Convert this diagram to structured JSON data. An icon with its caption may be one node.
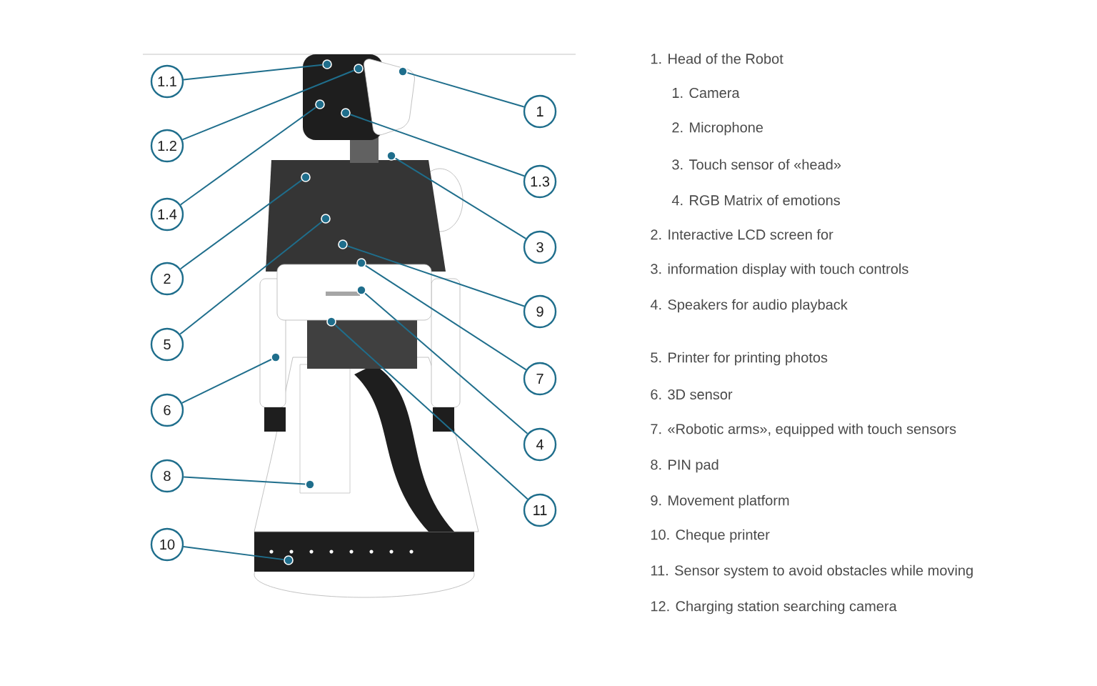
{
  "diagram": {
    "nodes": [
      {
        "text": [
          "1.1"
        ]
      },
      {
        "text": [
          "1.2"
        ]
      },
      {
        "text": [
          "1.4"
        ]
      },
      {
        "text": [
          "2"
        ]
      },
      {
        "text": [
          "5"
        ]
      },
      {
        "text": [
          "6"
        ]
      },
      {
        "text": [
          "8"
        ]
      },
      {
        "text": [
          "10"
        ]
      },
      {
        "text": [
          "1"
        ]
      },
      {
        "text": [
          "1.3"
        ]
      },
      {
        "text": [
          "3"
        ]
      },
      {
        "text": [
          "9"
        ]
      },
      {
        "text": [
          "7"
        ]
      },
      {
        "text": [
          "4"
        ]
      },
      {
        "text": [
          "11"
        ]
      },
      {
        "text": [],
        "shape": "circle"
      },
      {
        "text": [],
        "shape": "circle"
      },
      {
        "text": [],
        "shape": "circle"
      },
      {
        "text": [],
        "shape": "circle"
      },
      {
        "text": [],
        "shape": "circle"
      },
      {
        "text": [],
        "shape": "circle"
      },
      {
        "text": [],
        "shape": "circle"
      },
      {
        "text": [],
        "shape": "circle"
      },
      {
        "text": [],
        "shape": "circle"
      },
      {
        "text": [],
        "shape": "circle"
      },
      {
        "text": [],
        "shape": "circle"
      },
      {
        "text": [],
        "shape": "circle"
      },
      {
        "text": [],
        "shape": "circle"
      },
      {
        "text": [],
        "shape": "circle"
      },
      {
        "text": [],
        "shape": "circle"
      }
    ],
    "edges": [
      {
        "from": 0,
        "to": 15,
        "arrow": "none"
      },
      {
        "from": 1,
        "to": 16,
        "arrow": "none"
      },
      {
        "from": 2,
        "to": 17,
        "arrow": "none"
      },
      {
        "from": 3,
        "to": 18,
        "arrow": "none"
      },
      {
        "from": 4,
        "to": 19,
        "arrow": "none"
      },
      {
        "from": 5,
        "to": 20,
        "arrow": "none"
      },
      {
        "from": 6,
        "to": 21,
        "arrow": "none"
      },
      {
        "from": 7,
        "to": 22,
        "arrow": "none"
      },
      {
        "from": 8,
        "to": 23,
        "arrow": "none"
      },
      {
        "from": 9,
        "to": 24,
        "arrow": "none"
      },
      {
        "from": 10,
        "to": 25,
        "arrow": "none"
      },
      {
        "from": 11,
        "to": 26,
        "arrow": "none"
      },
      {
        "from": 12,
        "to": 27,
        "arrow": "none"
      },
      {
        "from": 13,
        "to": 28,
        "arrow": "none"
      },
      {
        "from": 14,
        "to": 29,
        "arrow": "none"
      }
    ],
    "labels": [
      "1. Head of the Robot",
      "1. Camera",
      "2. Microphone",
      "3. Touch sensor of «head»",
      "4. RGB Matrix of emotions",
      "2. Interactive LCD screen for",
      "3. information display with touch controls",
      "4. Speakers for audio playback",
      "5. Printer for printing photos",
      "6. 3D sensor",
      "7. «Robotic arms», equipped with touch sensors",
      "8. PIN pad",
      "9. Movement platform",
      "10. Cheque printer",
      "11. Sensor system to avoid obstacles while moving",
      "12. Charging station searching camera"
    ]
  }
}
